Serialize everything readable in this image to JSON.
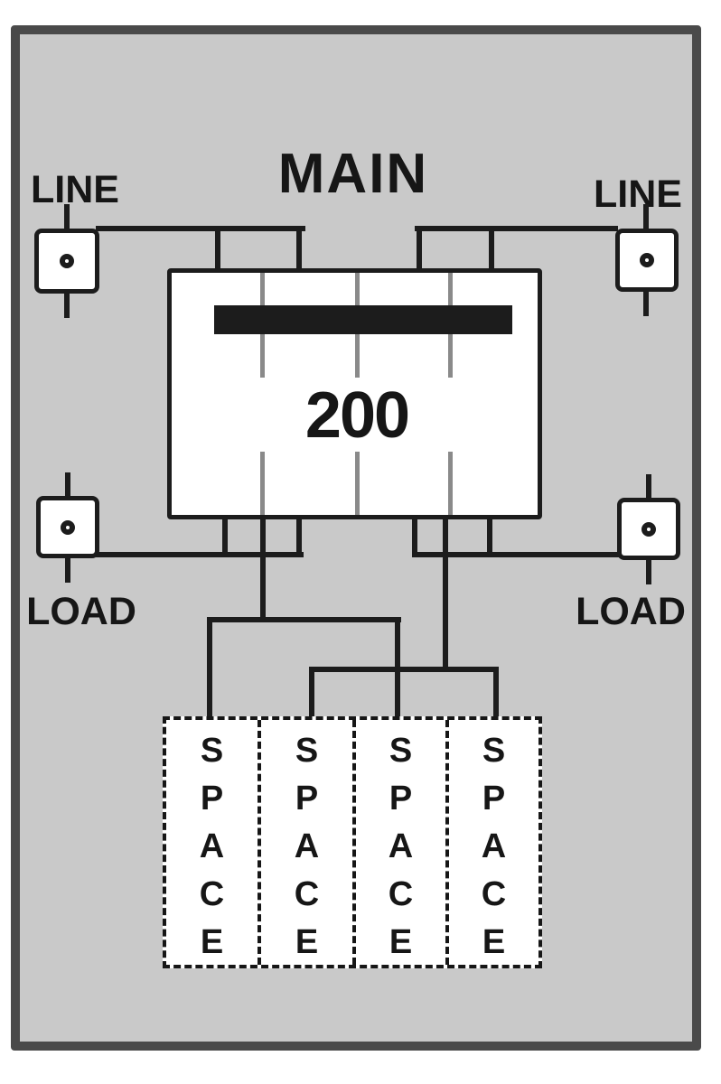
{
  "diagram": {
    "title": "MAIN",
    "breaker_rating": "200",
    "labels": {
      "line_left": "LINE",
      "line_right": "LINE",
      "load_left": "LOAD",
      "load_right": "LOAD"
    },
    "spaces": [
      "SPACE",
      "SPACE",
      "SPACE",
      "SPACE"
    ],
    "colors": {
      "page_bg": "#ffffff",
      "panel_fill": "#c9c9c9",
      "panel_border": "#4a4a4a",
      "wire": "#1c1c1c",
      "breaker_fill": "#ffffff",
      "breaker_border": "#1c1c1c",
      "handle_bar": "#1c1c1c",
      "pole_divider": "#8a8a8a",
      "space_fill": "#ffffff",
      "space_border": "#161616",
      "text": "#161616"
    }
  }
}
